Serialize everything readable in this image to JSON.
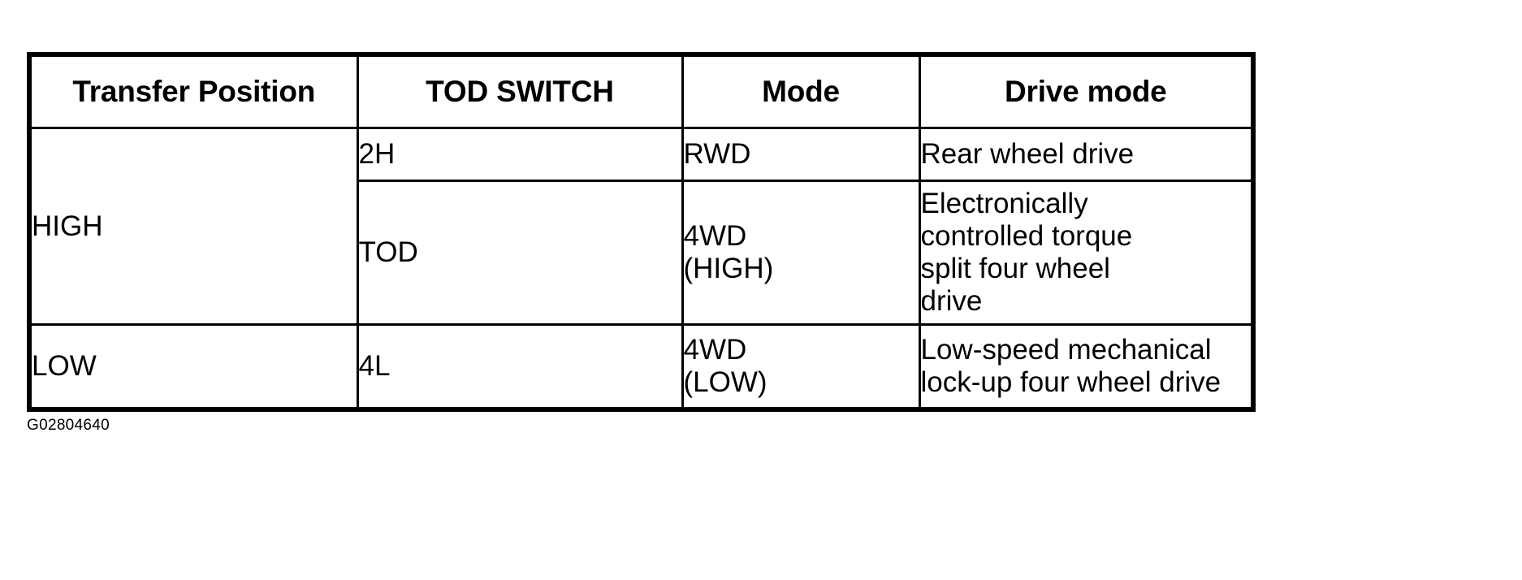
{
  "table": {
    "headers": [
      {
        "label": "Transfer Position"
      },
      {
        "label": "TOD SWITCH"
      },
      {
        "label": "Mode"
      },
      {
        "label": "Drive mode"
      }
    ],
    "rows": [
      {
        "transfer_position": "HIGH",
        "tod_switch": "2H",
        "mode": "RWD",
        "drive_mode": "Rear wheel drive"
      },
      {
        "transfer_position": "",
        "tod_switch": "TOD",
        "mode": "4WD\n(HIGH)",
        "drive_mode": "Electronically\ncontrolled torque\nsplit four wheel\ndrive"
      },
      {
        "transfer_position": "LOW",
        "tod_switch": "4L",
        "mode": "4WD\n(LOW)",
        "drive_mode": "Low-speed mechanical\nlock-up four wheel drive"
      }
    ]
  },
  "caption": "G02804640",
  "colors": {
    "border": "#000000",
    "text": "#000000",
    "background": "#ffffff"
  }
}
